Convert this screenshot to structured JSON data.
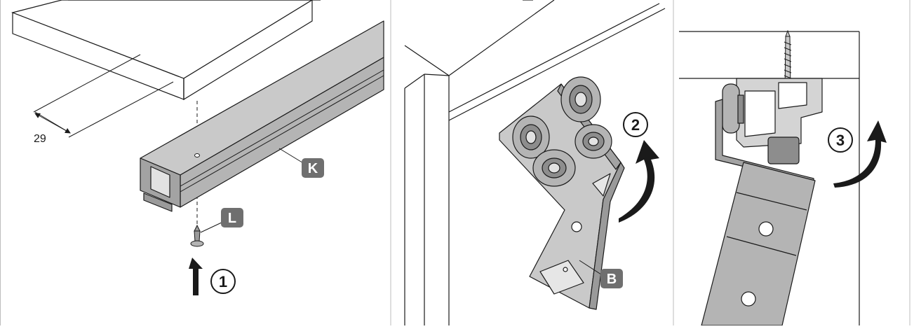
{
  "dimension": {
    "value": "29"
  },
  "labels": {
    "K": "K",
    "L": "L",
    "B": "B"
  },
  "steps": {
    "one": "1",
    "two": "2",
    "three": "3"
  },
  "colors": {
    "part_fill": "#c9c9c9",
    "part_dark": "#8d8d8d",
    "badge": "#6f6f6f",
    "line": "#1a1a1a",
    "divider": "#bdbdbd"
  }
}
